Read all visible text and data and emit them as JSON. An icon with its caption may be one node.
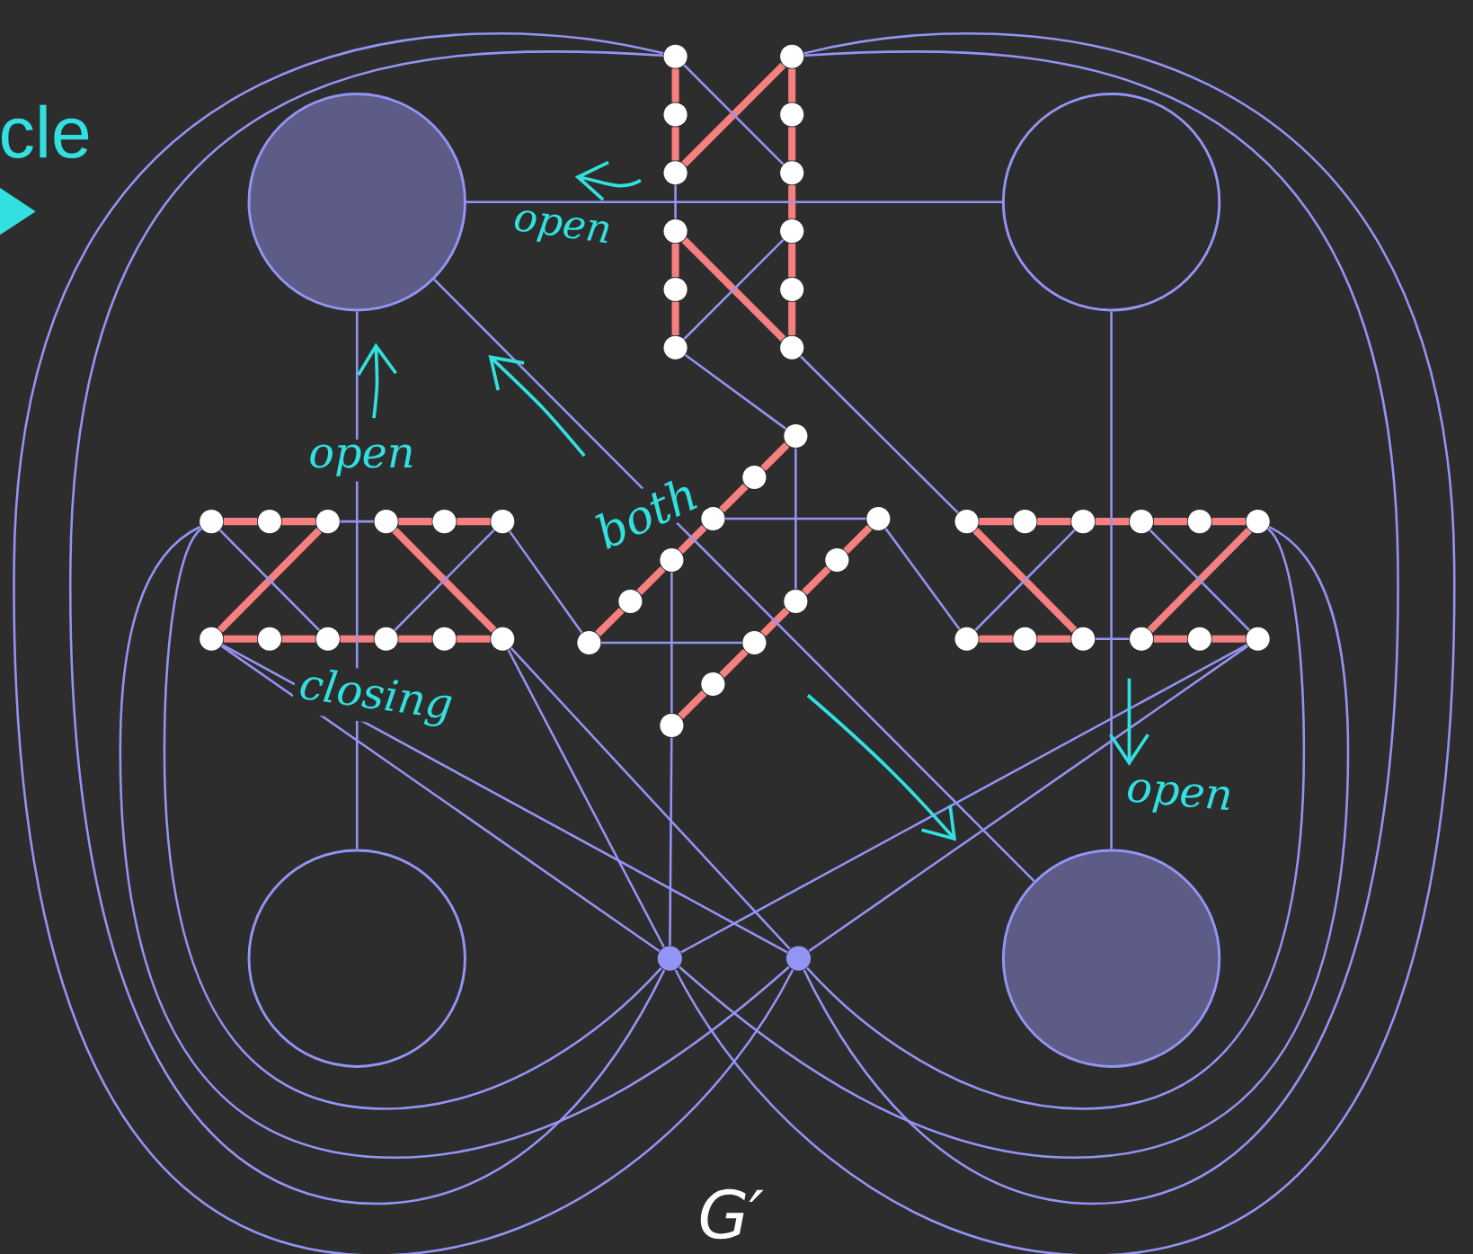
{
  "diagram": {
    "nodes": [
      {
        "text": [],
        "shape": "circle"
      },
      {
        "text": [],
        "shape": "circle"
      },
      {
        "text": [],
        "shape": "circle"
      },
      {
        "text": [],
        "shape": "circle"
      },
      {
        "text": [],
        "shape": "circle"
      },
      {
        "text": [],
        "shape": "circle"
      },
      {
        "text": [],
        "shape": "circle"
      },
      {
        "text": [],
        "shape": "circle"
      },
      {
        "text": [],
        "shape": "circle"
      },
      {
        "text": [],
        "shape": "circle"
      },
      {
        "text": [],
        "shape": "circle"
      },
      {
        "text": [],
        "shape": "circle"
      },
      {
        "text": [],
        "shape": "circle"
      },
      {
        "text": [],
        "shape": "circle"
      },
      {
        "text": [],
        "shape": "circle"
      },
      {
        "text": [],
        "shape": "circle"
      },
      {
        "text": [],
        "shape": "circle"
      },
      {
        "text": [],
        "shape": "circle"
      },
      {
        "text": [],
        "shape": "circle"
      },
      {
        "text": [],
        "shape": "circle"
      },
      {
        "text": [],
        "shape": "circle"
      },
      {
        "text": [],
        "shape": "circle"
      },
      {
        "text": [],
        "shape": "circle"
      },
      {
        "text": [],
        "shape": "circle"
      },
      {
        "text": [],
        "shape": "circle"
      },
      {
        "text": [],
        "shape": "circle"
      },
      {
        "text": [],
        "shape": "circle"
      },
      {
        "text": [],
        "shape": "circle"
      },
      {
        "text": [],
        "shape": "circle"
      },
      {
        "text": [],
        "shape": "circle"
      },
      {
        "text": [],
        "shape": "circle"
      },
      {
        "text": [],
        "shape": "circle"
      },
      {
        "text": [],
        "shape": "circle"
      },
      {
        "text": [],
        "shape": "circle"
      },
      {
        "text": [],
        "shape": "circle"
      },
      {
        "text": [],
        "shape": "circle"
      },
      {
        "text": [],
        "shape": "circle"
      },
      {
        "text": [],
        "shape": "circle"
      },
      {
        "text": [],
        "shape": "circle"
      },
      {
        "text": [],
        "shape": "circle"
      },
      {
        "text": [],
        "shape": "circle"
      },
      {
        "text": [],
        "shape": "circle"
      },
      {
        "text": [],
        "shape": "circle"
      },
      {
        "text": [],
        "shape": "circle"
      },
      {
        "text": [],
        "shape": "circle"
      },
      {
        "text": [],
        "shape": "circle"
      },
      {
        "text": [],
        "shape": "circle"
      },
      {
        "text": [],
        "shape": "circle"
      },
      {
        "text": [],
        "shape": "circle"
      },
      {
        "text": [],
        "shape": "circle"
      },
      {
        "text": [],
        "shape": "circle"
      },
      {
        "text": [],
        "shape": "circle"
      },
      {
        "text": [],
        "shape": "circle"
      },
      {
        "text": [],
        "shape": "circle"
      }
    ],
    "edges": [
      {
        "from": 4,
        "to": 5,
        "arrow": "none"
      },
      {
        "from": 5,
        "to": 6,
        "arrow": "none"
      },
      {
        "from": 7,
        "to": 8,
        "arrow": "none"
      },
      {
        "from": 8,
        "to": 9,
        "arrow": "none"
      },
      {
        "from": 10,
        "to": 11,
        "arrow": "none"
      },
      {
        "from": 11,
        "to": 12,
        "arrow": "none"
      },
      {
        "from": 12,
        "to": 13,
        "arrow": "none"
      },
      {
        "from": 13,
        "to": 14,
        "arrow": "none"
      },
      {
        "from": 14,
        "to": 15,
        "arrow": "none"
      },
      {
        "from": 6,
        "to": 10,
        "arrow": "none"
      },
      {
        "from": 7,
        "to": 15,
        "arrow": "none"
      },
      {
        "from": 16,
        "to": 17,
        "arrow": "none"
      },
      {
        "from": 17,
        "to": 18,
        "arrow": "none"
      },
      {
        "from": 19,
        "to": 20,
        "arrow": "none"
      },
      {
        "from": 20,
        "to": 21,
        "arrow": "none"
      },
      {
        "from": 22,
        "to": 23,
        "arrow": "none"
      },
      {
        "from": 23,
        "to": 24,
        "arrow": "none"
      },
      {
        "from": 24,
        "to": 25,
        "arrow": "none"
      },
      {
        "from": 25,
        "to": 26,
        "arrow": "none"
      },
      {
        "from": 26,
        "to": 27,
        "arrow": "none"
      },
      {
        "from": 18,
        "to": 22,
        "arrow": "none"
      },
      {
        "from": 19,
        "to": 27,
        "arrow": "none"
      },
      {
        "from": 40,
        "to": 41,
        "arrow": "none"
      },
      {
        "from": 41,
        "to": 42,
        "arrow": "none"
      },
      {
        "from": 42,
        "to": 43,
        "arrow": "none"
      },
      {
        "from": 43,
        "to": 44,
        "arrow": "none"
      },
      {
        "from": 44,
        "to": 45,
        "arrow": "none"
      },
      {
        "from": 46,
        "to": 47,
        "arrow": "none"
      },
      {
        "from": 47,
        "to": 48,
        "arrow": "none"
      },
      {
        "from": 49,
        "to": 50,
        "arrow": "none"
      },
      {
        "from": 50,
        "to": 51,
        "arrow": "none"
      },
      {
        "from": 40,
        "to": 48,
        "arrow": "none"
      },
      {
        "from": 45,
        "to": 49,
        "arrow": "none"
      },
      {
        "from": 28,
        "to": 29,
        "arrow": "none"
      },
      {
        "from": 29,
        "to": 30,
        "arrow": "none"
      },
      {
        "from": 30,
        "to": 31,
        "arrow": "none"
      },
      {
        "from": 31,
        "to": 32,
        "arrow": "none"
      },
      {
        "from": 32,
        "to": 33,
        "arrow": "none"
      },
      {
        "from": 34,
        "to": 35,
        "arrow": "none"
      },
      {
        "from": 35,
        "to": 36,
        "arrow": "none"
      },
      {
        "from": 36,
        "to": 37,
        "arrow": "none"
      },
      {
        "from": 37,
        "to": 38,
        "arrow": "none"
      },
      {
        "from": 38,
        "to": 39,
        "arrow": "none"
      },
      {
        "from": 6,
        "to": 7,
        "arrow": "none",
        "color": "#9494f5"
      },
      {
        "from": 4,
        "to": 12,
        "arrow": "none",
        "color": "#9494f5"
      },
      {
        "from": 9,
        "to": 13,
        "arrow": "none",
        "color": "#9494f5"
      },
      {
        "from": 18,
        "to": 19,
        "arrow": "none",
        "color": "#9494f5"
      },
      {
        "from": 16,
        "to": 24,
        "arrow": "none",
        "color": "#9494f5"
      },
      {
        "from": 21,
        "to": 25,
        "arrow": "none",
        "color": "#9494f5"
      },
      {
        "from": 48,
        "to": 49,
        "arrow": "none",
        "color": "#9494f5"
      },
      {
        "from": 42,
        "to": 46,
        "arrow": "none",
        "color": "#9494f5"
      },
      {
        "from": 43,
        "to": 51,
        "arrow": "none",
        "color": "#9494f5"
      },
      {
        "from": 30,
        "to": 34,
        "arrow": "none",
        "color": "#9494f5"
      },
      {
        "from": 33,
        "to": 37,
        "arrow": "none",
        "color": "#9494f5"
      },
      {
        "from": 28,
        "to": 36,
        "arrow": "none",
        "color": "#9494f5"
      },
      {
        "from": 31,
        "to": 39,
        "arrow": "none",
        "color": "#9494f5"
      },
      {
        "from": 0,
        "to": 1,
        "arrow": "none",
        "color": "#9494f5"
      },
      {
        "from": 0,
        "to": 2,
        "arrow": "none",
        "color": "#9494f5"
      },
      {
        "from": 1,
        "to": 3,
        "arrow": "none",
        "color": "#9494f5"
      },
      {
        "from": 0,
        "to": 3,
        "arrow": "none",
        "color": "#9494f5"
      },
      {
        "from": 9,
        "to": 28,
        "arrow": "none",
        "color": "#9494f5"
      },
      {
        "from": 15,
        "to": 40,
        "arrow": "none",
        "color": "#9494f5"
      },
      {
        "from": 21,
        "to": 33,
        "arrow": "none",
        "color": "#9494f5"
      },
      {
        "from": 34,
        "to": 46,
        "arrow": "none",
        "color": "#9494f5"
      },
      {
        "from": 39,
        "to": 52,
        "arrow": "none",
        "color": "#9494f5"
      },
      {
        "from": 22,
        "to": 52,
        "arrow": "none",
        "color": "#9494f5"
      },
      {
        "from": 22,
        "to": 53,
        "arrow": "none",
        "color": "#9494f5"
      },
      {
        "from": 27,
        "to": 52,
        "arrow": "none",
        "color": "#9494f5"
      },
      {
        "from": 27,
        "to": 53,
        "arrow": "none",
        "color": "#9494f5"
      },
      {
        "from": 51,
        "to": 52,
        "arrow": "none",
        "color": "#9494f5"
      },
      {
        "from": 51,
        "to": 53,
        "arrow": "none",
        "color": "#9494f5"
      },
      {
        "from": 4,
        "to": 53,
        "arrow": "none",
        "color": "#9494f5"
      },
      {
        "from": 4,
        "to": 52,
        "arrow": "none",
        "color": "#9494f5"
      },
      {
        "from": 16,
        "to": 53,
        "arrow": "none",
        "color": "#9494f5"
      },
      {
        "from": 16,
        "to": 52,
        "arrow": "none",
        "color": "#9494f5"
      },
      {
        "from": 10,
        "to": 52,
        "arrow": "none",
        "color": "#9494f5"
      },
      {
        "from": 10,
        "to": 53,
        "arrow": "none",
        "color": "#9494f5"
      },
      {
        "from": 45,
        "to": 52,
        "arrow": "none",
        "color": "#9494f5"
      },
      {
        "from": 45,
        "to": 53,
        "arrow": "none",
        "color": "#9494f5"
      }
    ],
    "labels": [
      "cle",
      "open",
      "open",
      "both",
      "closing",
      "open",
      "G′"
    ]
  }
}
